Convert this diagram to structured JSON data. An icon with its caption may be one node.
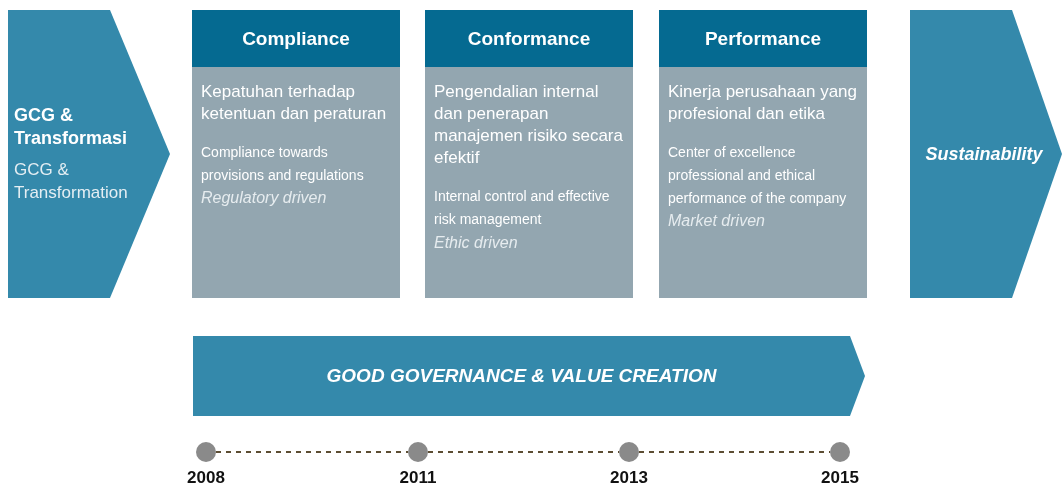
{
  "diagram": {
    "nodes": [
      {
        "text": [
          "GCG & Transformasi",
          "GCG & Transformation"
        ]
      },
      {
        "text": [
          "Compliance",
          "Kepatuhan terhadap ketentuan dan peraturan",
          "Compliance towards provisions and regulations",
          "Regulatory driven"
        ]
      },
      {
        "text": [
          "Conformance",
          "Pengendalian internal dan penerapan manajemen risiko secara efektif",
          "Internal control and effective risk management",
          "Ethic driven"
        ]
      },
      {
        "text": [
          "Performance",
          "Kinerja perusahaan yang profesional dan etika",
          "Center of excellence professional and ethical performance of the company",
          "Market driven"
        ]
      },
      {
        "text": [
          "Sustainability"
        ]
      },
      {
        "text": [
          "GOOD GOVERNANCE & VALUE CREATION"
        ]
      },
      {
        "text": [],
        "shape": "circle",
        "beside": [
          "2008"
        ]
      },
      {
        "text": [],
        "shape": "circle",
        "beside": [
          "2011"
        ]
      },
      {
        "text": [],
        "shape": "circle",
        "beside": [
          "2013"
        ]
      },
      {
        "text": [],
        "shape": "circle",
        "beside": [
          "2015"
        ]
      }
    ],
    "edges": [
      {
        "from": 6,
        "to": 7,
        "arrow": "none",
        "style": "dashed"
      },
      {
        "from": 7,
        "to": 8,
        "arrow": "none",
        "style": "dashed"
      },
      {
        "from": 8,
        "to": 9,
        "arrow": "none",
        "style": "dashed"
      }
    ]
  }
}
